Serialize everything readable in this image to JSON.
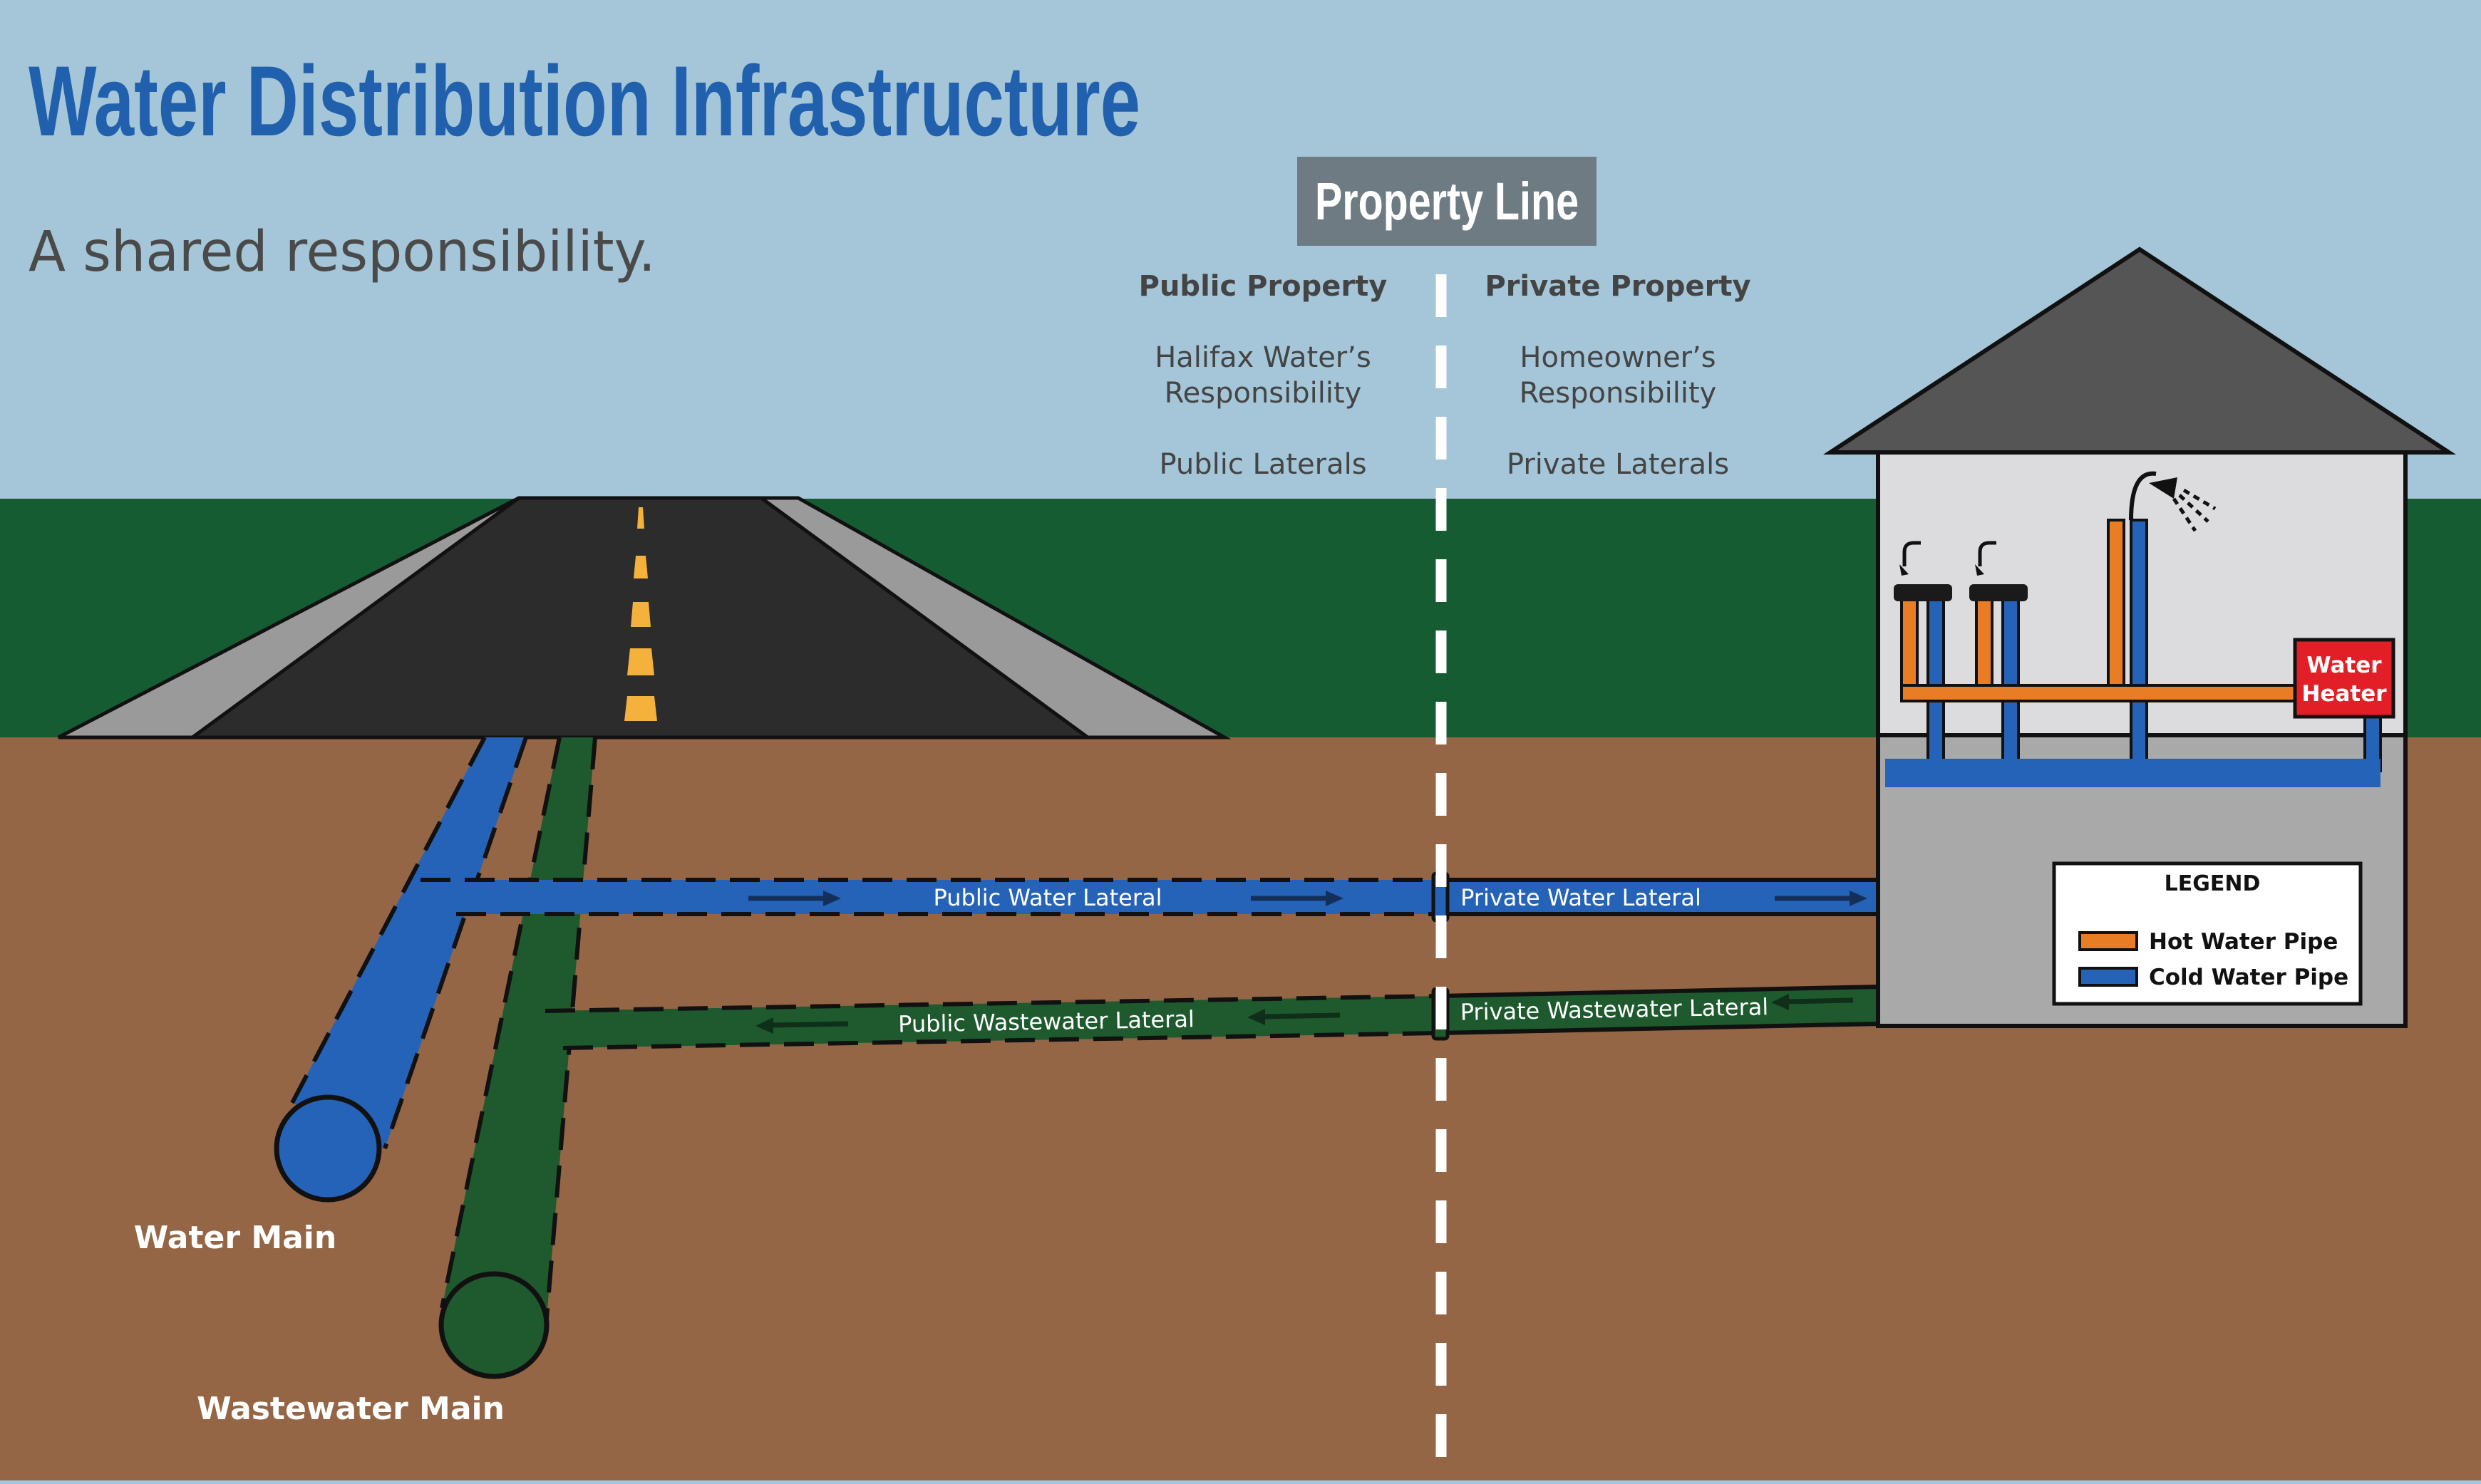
{
  "header": {
    "title": "Water Distribution Infrastructure",
    "subtitle": "A shared responsibility."
  },
  "property_line": {
    "label": "Property Line",
    "public": {
      "heading": "Public Property",
      "responsibility_line1": "Halifax Water’s",
      "responsibility_line2": "Responsibility",
      "laterals": "Public Laterals"
    },
    "private": {
      "heading": "Private Property",
      "responsibility_line1": "Homeowner’s",
      "responsibility_line2": "Responsibility",
      "laterals": "Private Laterals"
    }
  },
  "pipes": {
    "public_water_lateral": "Public Water Lateral",
    "private_water_lateral": "Private Water Lateral",
    "public_wastewater_lateral": "Public Wastewater Lateral",
    "private_wastewater_lateral": "Private Wastewater Lateral",
    "water_main": "Water Main",
    "wastewater_main": "Wastewater Main"
  },
  "house": {
    "water_heater_line1": "Water",
    "water_heater_line2": "Heater"
  },
  "legend": {
    "title": "LEGEND",
    "items": [
      {
        "label": "Hot Water Pipe",
        "color": "#e87d26"
      },
      {
        "label": "Cold Water Pipe",
        "color": "#2563b8"
      }
    ]
  },
  "colors": {
    "sky": "#a4c6d8",
    "grass": "#155c32",
    "soil": "#946645",
    "road": "#2c2c2c",
    "shoulder": "#9a9a9a",
    "title_blue": "#2160ad",
    "cold_pipe": "#2563b8",
    "hot_pipe": "#e87d26",
    "wastewater_pipe": "#1e5a2e",
    "water_heater": "#e21f26",
    "roof": "#555555",
    "house_wall": "#dcdcde",
    "foundation": "#a9a9a9",
    "property_line_box": "#6e7b82"
  }
}
